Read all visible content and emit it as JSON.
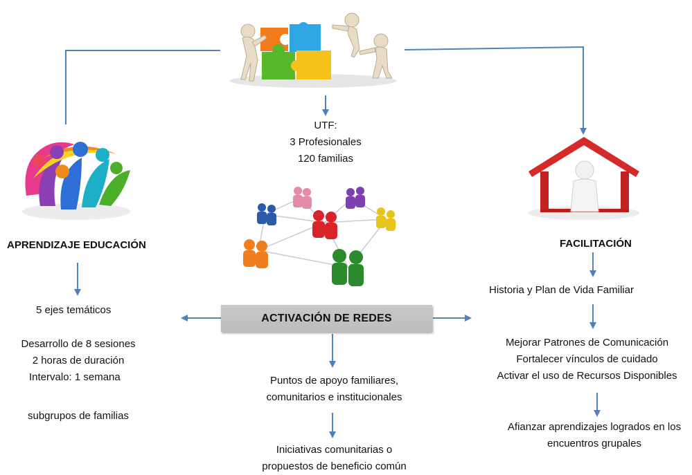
{
  "top": {
    "utf_lines": [
      "UTF:",
      "3 Profesionales",
      "120 familias"
    ]
  },
  "left": {
    "title": "APRENDIZAJE EDUCACIÓN",
    "ejes": "5 ejes temáticos",
    "sessions": [
      "Desarrollo de 8 sesiones",
      "2 horas de duración",
      "Intervalo: 1 semana"
    ],
    "subgroups": "subgrupos de familias"
  },
  "center": {
    "banner": "ACTIVACIÓN DE REDES",
    "support": [
      "Puntos  de  apoyo  familiares,",
      "comunitarios e institucionales"
    ],
    "initiatives": [
      "Iniciativas comunitarias o",
      "propuestos de beneficio común"
    ]
  },
  "right": {
    "title": "FACILITACIÓN",
    "history": "Historia y Plan de Vida Familiar",
    "improve": [
      "Mejorar Patrones de Comunicación",
      "Fortalecer vínculos de cuidado",
      "Activar el uso de Recursos Disponibles"
    ],
    "strengthen": [
      "Afianzar aprendizajes logrados en los",
      "encuentros grupales"
    ]
  },
  "colors": {
    "connector": "#4f81bd",
    "banner": "#c4c4c4",
    "house": "#d42a2a",
    "puzzle_green": "#58b82a",
    "puzzle_orange": "#f07c1c",
    "puzzle_blue": "#2fa7e2",
    "puzzle_yellow": "#f4c21a"
  },
  "icons": [
    "puzzle-team-icon",
    "people-circle-icon",
    "network-people-icon",
    "house-person-icon"
  ]
}
